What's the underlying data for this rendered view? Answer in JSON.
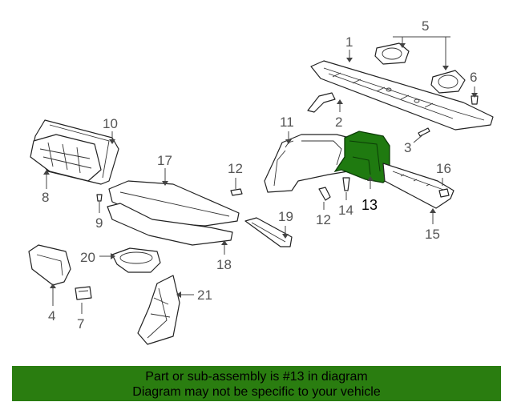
{
  "callouts": [
    {
      "id": "1",
      "label": "1"
    },
    {
      "id": "2",
      "label": "2"
    },
    {
      "id": "3",
      "label": "3"
    },
    {
      "id": "4",
      "label": "4"
    },
    {
      "id": "5",
      "label": "5"
    },
    {
      "id": "6",
      "label": "6"
    },
    {
      "id": "7",
      "label": "7"
    },
    {
      "id": "8",
      "label": "8"
    },
    {
      "id": "9",
      "label": "9"
    },
    {
      "id": "10",
      "label": "10"
    },
    {
      "id": "11",
      "label": "11"
    },
    {
      "id": "12a",
      "label": "12"
    },
    {
      "id": "12b",
      "label": "12"
    },
    {
      "id": "13",
      "label": "13"
    },
    {
      "id": "14",
      "label": "14"
    },
    {
      "id": "15",
      "label": "15"
    },
    {
      "id": "16",
      "label": "16"
    },
    {
      "id": "17",
      "label": "17"
    },
    {
      "id": "18",
      "label": "18"
    },
    {
      "id": "19",
      "label": "19"
    },
    {
      "id": "20",
      "label": "20"
    },
    {
      "id": "21",
      "label": "21"
    }
  ],
  "highlighted_part": "13",
  "colors": {
    "highlight": "#1f7a10",
    "banner": "#2a7d10"
  },
  "banner": {
    "line1": "Part or sub-assembly is #13 in diagram",
    "line2": "Diagram may not be specific to your vehicle"
  }
}
